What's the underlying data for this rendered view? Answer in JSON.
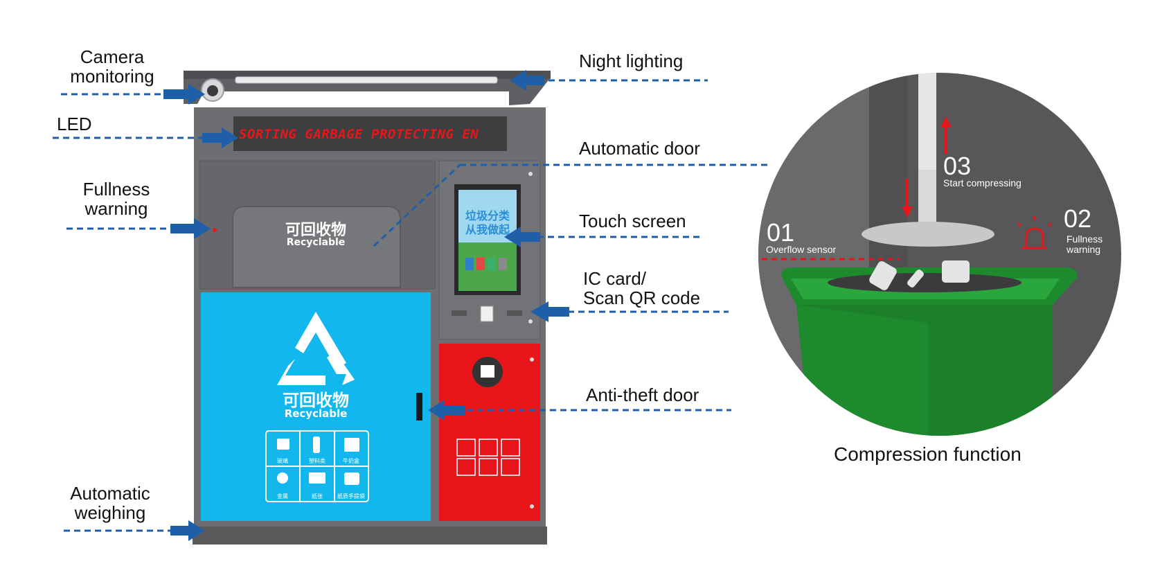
{
  "labels": {
    "camera": "Camera\nmonitoring",
    "night": "Night lighting",
    "led": "LED",
    "fullness": "Fullness\nwarning",
    "auto_door": "Automatic door",
    "touch": "Touch screen",
    "ic_card": "IC card/\nScan QR code",
    "anti_theft": "Anti-theft door",
    "weighing": "Automatic\nweighing"
  },
  "led_display": "SORTING GARBAGE   PROTECTING EN",
  "machine": {
    "door_cn": "可回收物",
    "door_en": "Recyclable",
    "main_cn": "可回收物",
    "main_en": "Recyclable",
    "screen_title_1": "垃圾分类",
    "screen_title_2": "从我做起",
    "icon_labels": [
      "玻璃",
      "塑料类",
      "牛奶盒",
      "金属",
      "纸张",
      "纸质手提袋"
    ]
  },
  "compression": {
    "caption": "Compression function",
    "steps": [
      {
        "num": "01",
        "label": "Overflow sensor"
      },
      {
        "num": "02",
        "label": "Fullness\nwarning"
      },
      {
        "num": "03",
        "label": "Start compressing"
      }
    ]
  },
  "colors": {
    "arrow_blue": "#1f5ea8",
    "cabinet_gray": "#6d6e71",
    "door_blue": "#12b7ee",
    "door_red": "#e8161b",
    "bin_green": "#1e8a2e"
  }
}
